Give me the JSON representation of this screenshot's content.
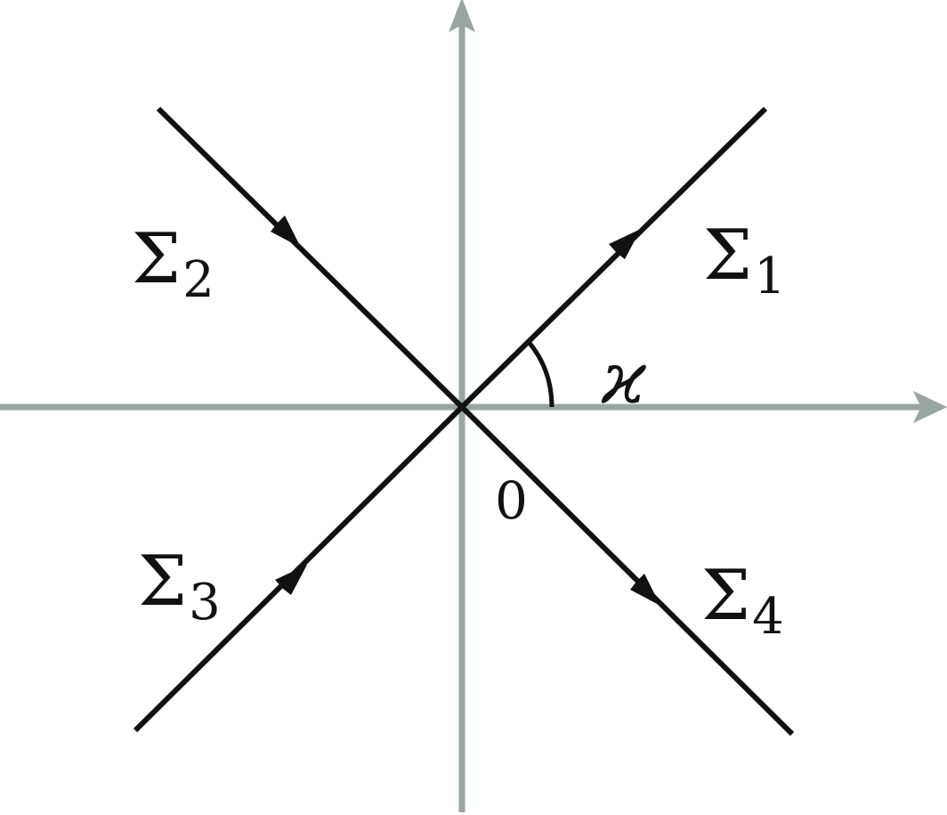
{
  "diagram": {
    "type": "contour-diagram",
    "axes": {
      "color": "#9aa5a3",
      "horizontal": {
        "from": [
          0,
          457
        ],
        "to": [
          1060,
          457
        ]
      },
      "vertical": {
        "from": [
          519,
          912
        ],
        "to": [
          519,
          0
        ]
      },
      "origin_label": "0"
    },
    "contour_color": "#111111",
    "rays": [
      {
        "id": "Sigma_1",
        "label_main": "Σ",
        "label_sub": "1",
        "from": [
          519,
          457
        ],
        "to": [
          860,
          122
        ],
        "direction": "outward"
      },
      {
        "id": "Sigma_2",
        "label_main": "Σ",
        "label_sub": "2",
        "from": [
          178,
          122
        ],
        "to": [
          519,
          457
        ],
        "direction": "inward"
      },
      {
        "id": "Sigma_3",
        "label_main": "Σ",
        "label_sub": "3",
        "from": [
          152,
          820
        ],
        "to": [
          519,
          457
        ],
        "direction": "inward"
      },
      {
        "id": "Sigma_4",
        "label_main": "Σ",
        "label_sub": "4",
        "from": [
          519,
          457
        ],
        "to": [
          890,
          824
        ],
        "direction": "outward"
      }
    ],
    "angle": {
      "label": "ϰ",
      "description": "angle between Σ1 and positive real axis"
    }
  }
}
